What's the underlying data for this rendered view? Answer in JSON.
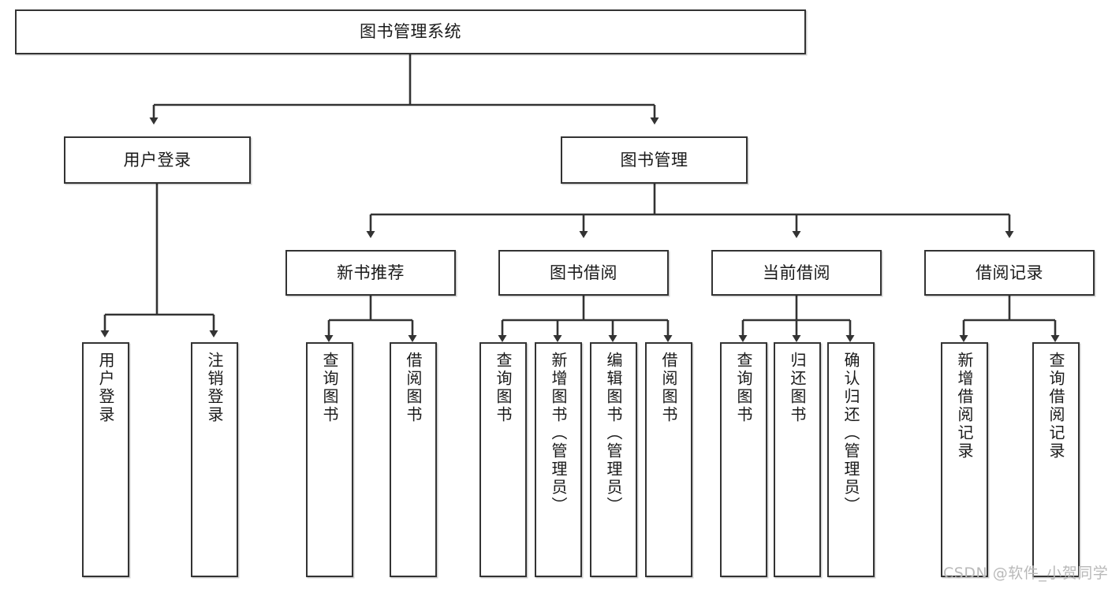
{
  "diagram": {
    "type": "tree",
    "title": "图书管理系统",
    "root": {
      "label": "图书管理系统"
    },
    "level2": [
      {
        "label": "用户登录"
      },
      {
        "label": "图书管理"
      }
    ],
    "level3": [
      {
        "label": "新书推荐"
      },
      {
        "label": "图书借阅"
      },
      {
        "label": "当前借阅"
      },
      {
        "label": "借阅记录"
      }
    ],
    "leaves": {
      "user_login": [
        {
          "label": "用户登录"
        },
        {
          "label": "注销登录"
        }
      ],
      "new_book_recommend": [
        {
          "label": "查询图书"
        },
        {
          "label": "借阅图书"
        }
      ],
      "book_borrow": [
        {
          "label": "查询图书"
        },
        {
          "label": "新增图书（管理员）"
        },
        {
          "label": "编辑图书（管理员）"
        },
        {
          "label": "借阅图书"
        }
      ],
      "current_borrow": [
        {
          "label": "查询图书"
        },
        {
          "label": "归还图书"
        },
        {
          "label": "确认归还（管理员）"
        }
      ],
      "borrow_record": [
        {
          "label": "新增借阅记录"
        },
        {
          "label": "查询借阅记录"
        }
      ]
    }
  },
  "watermark": {
    "text": "CSDN @软件_小贺同学"
  },
  "colors": {
    "stroke": "#333333",
    "box_fill": "#ffffff",
    "text": "#1a1a1a",
    "watermark": "#b9b9b9",
    "background": "#ffffff"
  }
}
